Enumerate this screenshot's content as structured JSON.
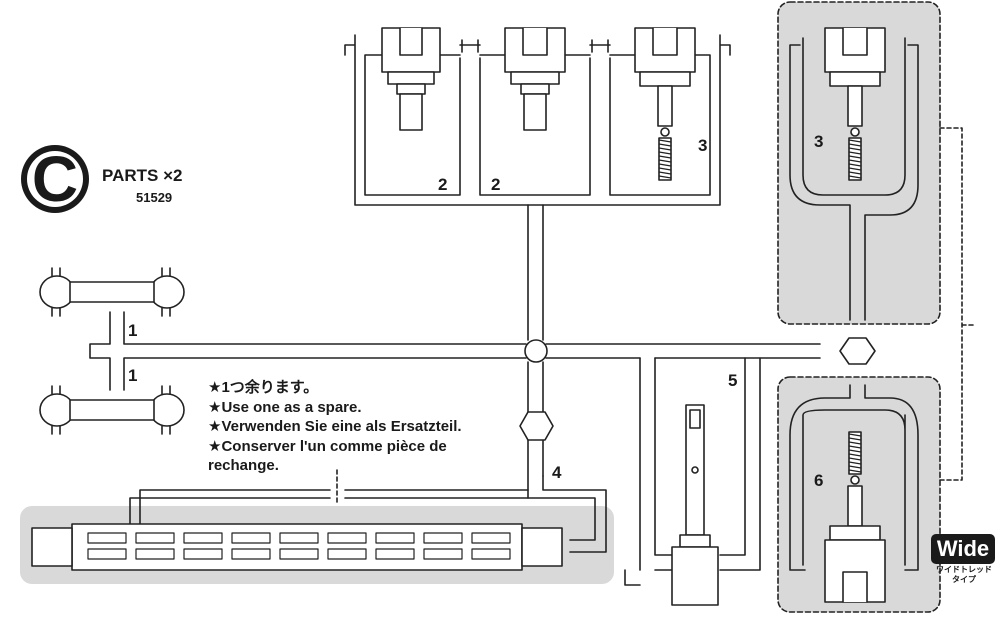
{
  "sheet": {
    "letter": "C",
    "title": "PARTS",
    "multiplier": "×2",
    "number": "51529"
  },
  "notes": [
    "★1つ余ります。",
    "★Use one as a spare.",
    "★Verwenden Sie eine als Ersatzteil.",
    "★Conserver l'un comme pièce de",
    "rechange."
  ],
  "part_labels": {
    "p1a": "1",
    "p1b": "1",
    "p2a": "2",
    "p2b": "2",
    "p3a": "3",
    "p3b": "3",
    "p4": "4",
    "p5": "5",
    "p6": "6"
  },
  "badge": {
    "title": "Wide",
    "subtitle": "ワイドトレッドタイプ"
  }
}
